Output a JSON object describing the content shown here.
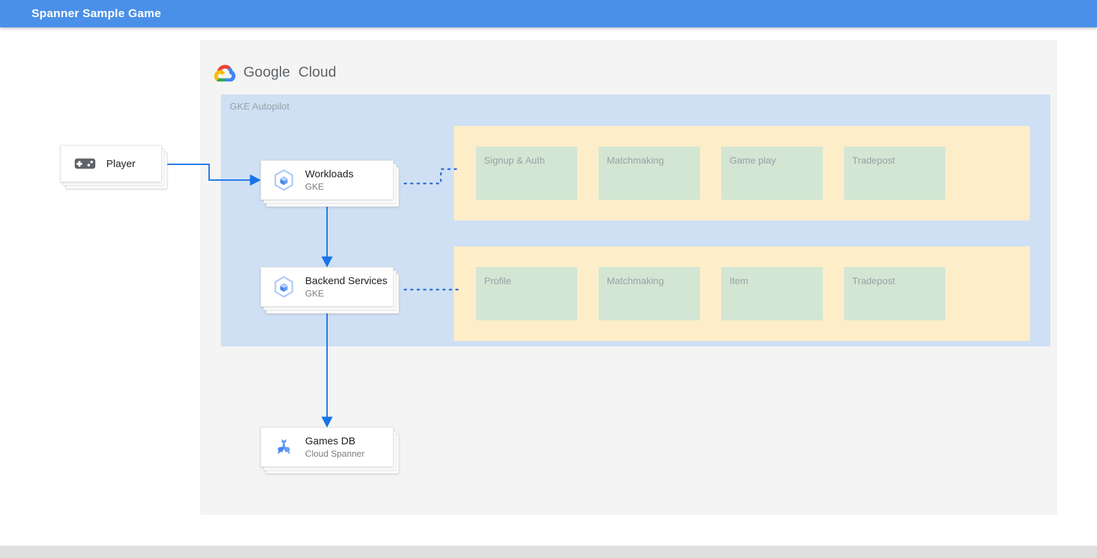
{
  "appbar": {
    "title": "Spanner Sample Game",
    "background": "#4a90e8",
    "text_color": "#ffffff"
  },
  "diagram": {
    "brand": {
      "logo_icon": "google-cloud-logo-icon",
      "name_primary": "Google",
      "name_secondary": "Cloud",
      "full_name": "Google Cloud"
    },
    "region": {
      "label": "GKE Autopilot",
      "background": "#cfe0f4",
      "label_color": "#9aa0a6"
    },
    "panel_background": "#f4f4f4",
    "service_groups": [
      {
        "name": "workloads-services",
        "background": "#fdeec9",
        "boxes": [
          {
            "label": "Signup & Auth",
            "color": "#d3e6d4"
          },
          {
            "label": "Matchmaking",
            "color": "#d3e6d4"
          },
          {
            "label": "Game play",
            "color": "#d3e6d4"
          },
          {
            "label": "Tradepost",
            "color": "#d3e6d4"
          }
        ]
      },
      {
        "name": "backend-services",
        "background": "#fdeec9",
        "boxes": [
          {
            "label": "Profile",
            "color": "#d3e6d4"
          },
          {
            "label": "Matchmaking",
            "color": "#d3e6d4"
          },
          {
            "label": "Item",
            "color": "#d3e6d4"
          },
          {
            "label": "Tradepost",
            "color": "#d3e6d4"
          }
        ]
      }
    ],
    "nodes": [
      {
        "id": "player",
        "title": "Player",
        "subtitle": "",
        "icon": "gamepad-icon"
      },
      {
        "id": "workloads",
        "title": "Workloads",
        "subtitle": "GKE",
        "icon": "gke-hexagon-icon"
      },
      {
        "id": "backend",
        "title": "Backend Services",
        "subtitle": "GKE",
        "icon": "gke-hexagon-icon"
      },
      {
        "id": "gamesdb",
        "title": "Games DB",
        "subtitle": "Cloud Spanner",
        "icon": "cloud-spanner-icon"
      }
    ],
    "connectors": {
      "solid_color": "#1a73e8",
      "dotted_color": "#2b6fd4"
    }
  }
}
